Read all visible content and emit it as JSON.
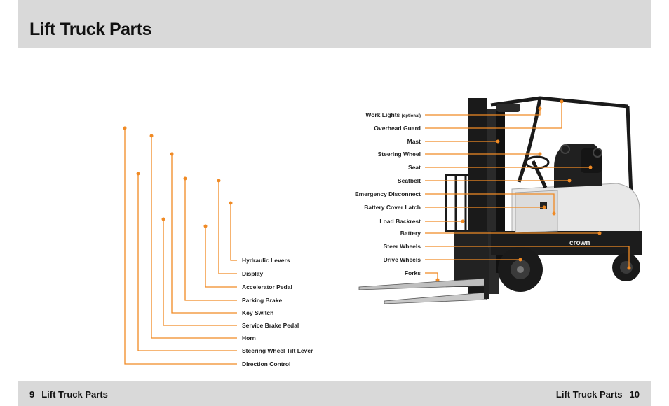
{
  "page": {
    "title": "Lift Truck Parts",
    "footer_left_number": "9",
    "footer_left_title": "Lift Truck Parts",
    "footer_right_title": "Lift Truck Parts",
    "footer_right_number": "10"
  },
  "cab_labels": [
    "Hydraulic Levers",
    "Display",
    "Accelerator Pedal",
    "Parking Brake",
    "Key Switch",
    "Service Brake Pedal",
    "Horn",
    "Steering Wheel Tilt Lever",
    "Direction Control"
  ],
  "truck_labels": {
    "work_lights": "Work Lights",
    "work_lights_note": "(optional)",
    "items": [
      "Overhead Guard",
      "Mast",
      "Steering Wheel",
      "Seat",
      "Seatbelt",
      "Emergency Disconnect",
      "Battery Cover Latch",
      "Load Backrest",
      "Battery",
      "Steer Wheels",
      "Drive Wheels",
      "Forks"
    ]
  },
  "brand_logo_text": "crown",
  "colors": {
    "accent": "#f08a24",
    "header_bg": "#d9d9d9",
    "truck_body": "#e8e8e8",
    "dark": "#1c1c1c"
  }
}
